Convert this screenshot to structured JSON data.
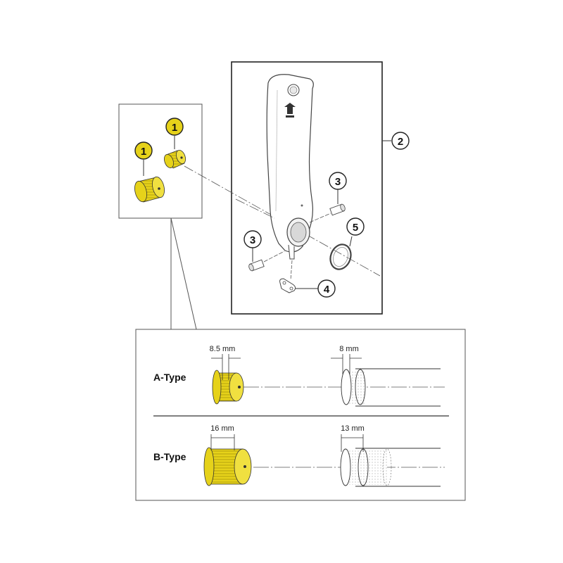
{
  "colors": {
    "part_fill": "#e6d21a",
    "part_dark": "#b8a410",
    "line": "#333333",
    "frame": "#555555"
  },
  "callouts": {
    "part1_top": "1",
    "part1_bottom": "1",
    "part2": "2",
    "part3_right": "3",
    "part3_left": "3",
    "part4": "4",
    "part5": "5"
  },
  "detail": {
    "a_type": {
      "label": "A-Type",
      "bolt_dim": "8.5 mm",
      "bore_dim": "8 mm"
    },
    "b_type": {
      "label": "B-Type",
      "bolt_dim": "16 mm",
      "bore_dim": "13 mm"
    }
  },
  "icons": [
    "crank-arm-icon",
    "crank-bolt-icon",
    "pinch-bolt-icon",
    "safety-plate-icon",
    "o-ring-icon",
    "logo-icon"
  ]
}
